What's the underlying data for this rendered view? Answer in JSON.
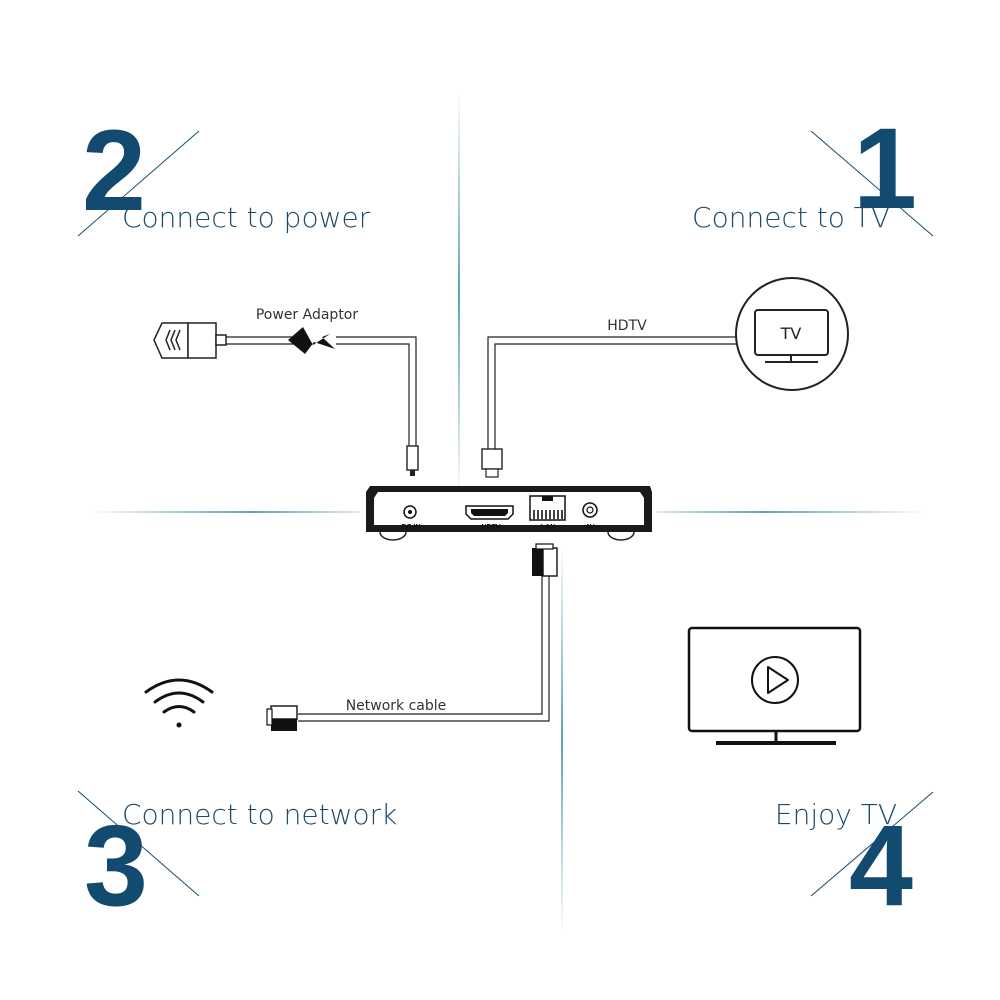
{
  "steps": {
    "tv": {
      "number": "1",
      "label": "Connect to TV"
    },
    "power": {
      "number": "2",
      "label": "Connect to power"
    },
    "network": {
      "number": "3",
      "label": "Connect to network"
    },
    "enjoy": {
      "number": "4",
      "label": "Enjoy TV"
    }
  },
  "cables": {
    "power_adaptor": "Power Adaptor",
    "hdtv": "HDTV",
    "network_cable": "Network cable"
  },
  "tv_icon_label": "TV",
  "ports": {
    "dc_in": "DC  IN",
    "hdtv": "HDTV",
    "lan": "LAN",
    "av": "AV"
  },
  "colors": {
    "accent_navy": "#134a70",
    "divider_teal": "#5aa4b3",
    "line": "#222222"
  }
}
